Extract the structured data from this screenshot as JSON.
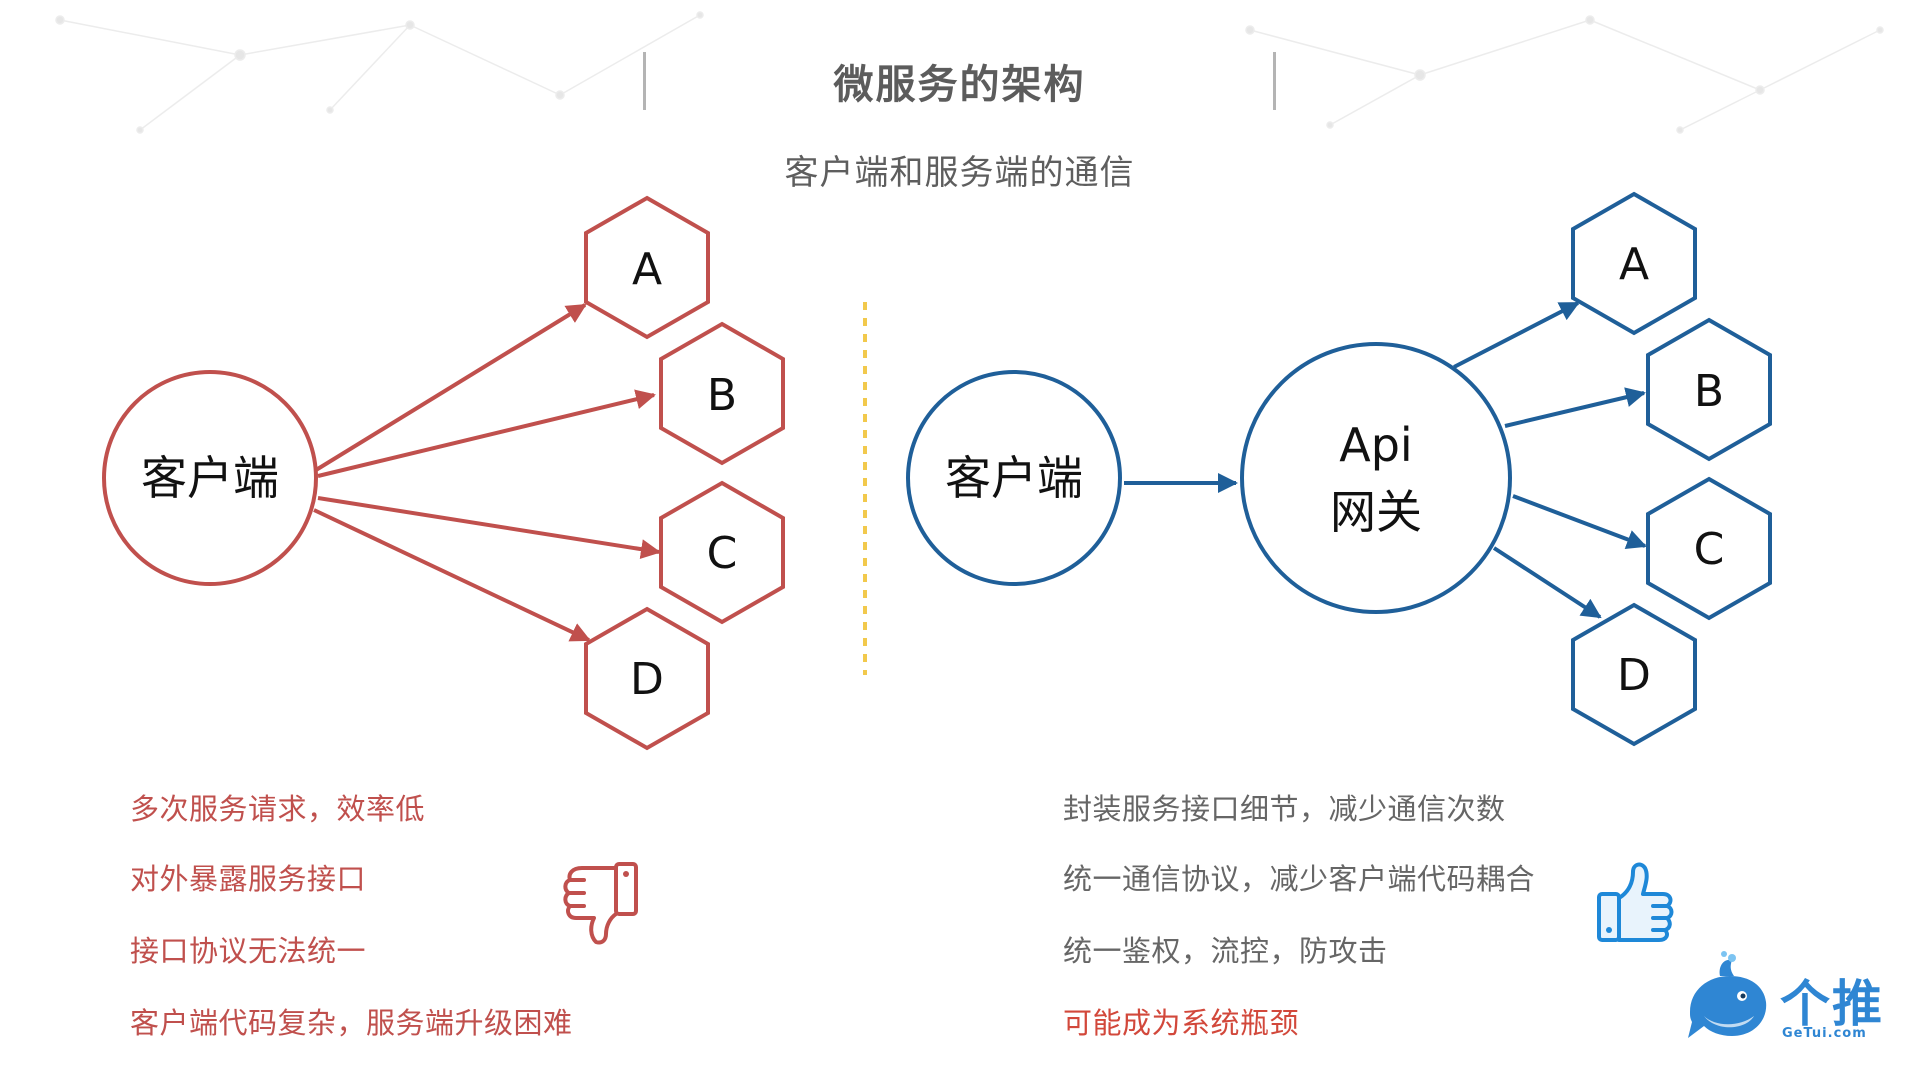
{
  "title": "微服务的架构",
  "subtitle": "客户端和服务端的通信",
  "colors": {
    "left_accent": "#c0504d",
    "right_accent": "#1f5f99",
    "divider": "#f2c94c",
    "thumb_up": "#1e88d8",
    "title_gray": "#5c5c5c"
  },
  "left_diagram": {
    "client_label": "客户端",
    "services": [
      "A",
      "B",
      "C",
      "D"
    ]
  },
  "right_diagram": {
    "client_label": "客户端",
    "gateway_label_line1": "Api",
    "gateway_label_line2": "网关",
    "services": [
      "A",
      "B",
      "C",
      "D"
    ]
  },
  "cons": [
    "多次服务请求，效率低",
    "对外暴露服务接口",
    "接口协议无法统一",
    "客户端代码复杂，服务端升级困难"
  ],
  "pros": [
    "封装服务接口细节，减少通信次数",
    "统一通信协议，减少客户端代码耦合",
    "统一鉴权，流控，防攻击"
  ],
  "pros_risk": "可能成为系统瓶颈",
  "icons": {
    "cons_icon": "thumbs-down-icon",
    "pros_icon": "thumbs-up-icon",
    "logo": "getui-whale-logo"
  },
  "logo": {
    "name": "个推",
    "domain_text": "GeTui.com"
  }
}
